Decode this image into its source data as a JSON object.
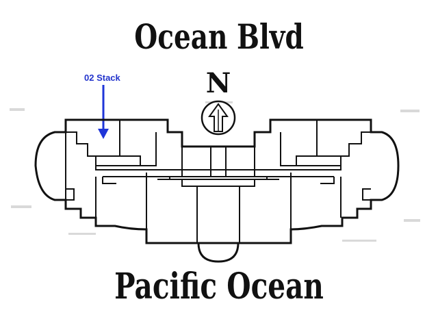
{
  "street_label": "Ocean Blvd",
  "ocean_label": "Pacific Ocean",
  "compass": {
    "letter": "N",
    "icon": "north-arrow-icon"
  },
  "marker": {
    "label": "02 Stack",
    "color": "#1f35d8"
  }
}
